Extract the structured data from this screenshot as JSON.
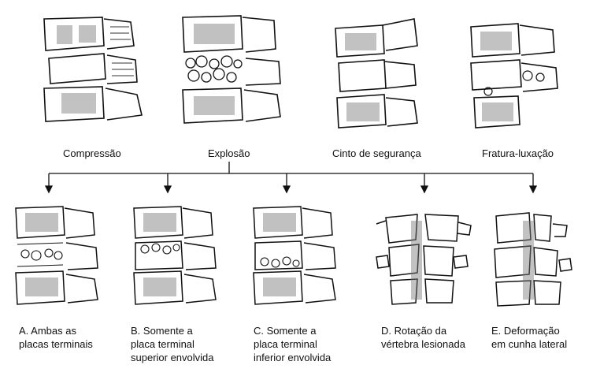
{
  "top_labels": {
    "compression": "Compressão",
    "burst": "Explosão",
    "seatbelt": "Cinto de segurança",
    "fracture_dislocation": "Fratura-luxação"
  },
  "burst_subtypes": {
    "a": [
      "A. Ambas as",
      "placas terminais"
    ],
    "b": [
      "B. Somente a",
      "placa terminal",
      "superior envolvida"
    ],
    "c": [
      "C. Somente a",
      "placa terminal",
      "inferior envolvida"
    ],
    "d": [
      "D. Rotação da",
      "vértebra lesionada"
    ],
    "e": [
      "E. Deformação",
      "em cunha lateral"
    ]
  }
}
